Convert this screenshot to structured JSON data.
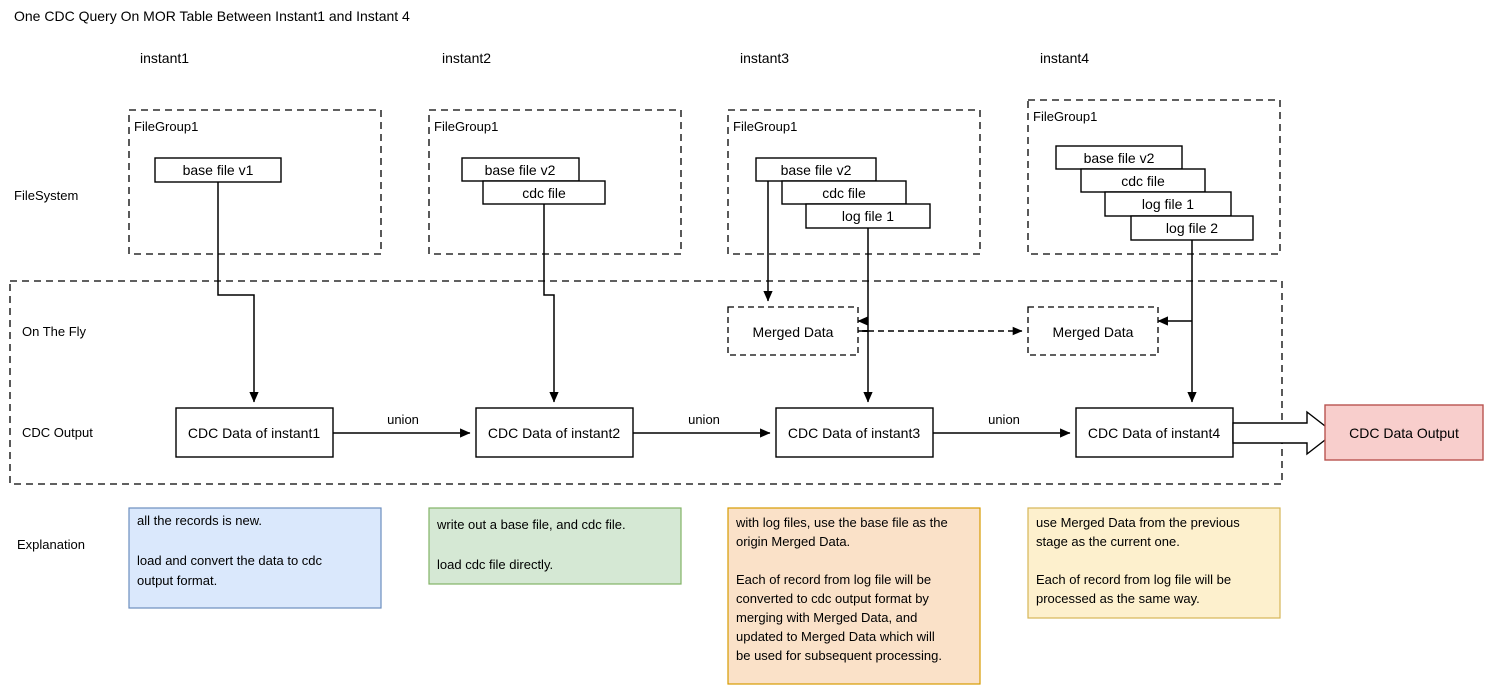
{
  "title": "One CDC Query On MOR Table Between Instant1 and Instant 4",
  "columns": [
    {
      "header": "instant1"
    },
    {
      "header": "instant2"
    },
    {
      "header": "instant3"
    },
    {
      "header": "instant4"
    }
  ],
  "row_labels": {
    "filesystem": "FileSystem",
    "on_the_fly": "On The Fly",
    "cdc_output": "CDC Output",
    "explanation": "Explanation"
  },
  "filesystem": {
    "group_label": "FileGroup1",
    "groups": [
      {
        "files": [
          "base file v1"
        ]
      },
      {
        "files": [
          "base file v2",
          "cdc file"
        ]
      },
      {
        "files": [
          "base file v2",
          "cdc file",
          "log file 1"
        ]
      },
      {
        "files": [
          "base file v2",
          "cdc file",
          "log file 1",
          "log file 2"
        ]
      }
    ]
  },
  "on_the_fly": {
    "merged_data_label": "Merged Data",
    "boxes": [
      "Merged Data",
      "Merged Data"
    ]
  },
  "cdc_output": {
    "boxes": [
      "CDC Data of instant1",
      "CDC Data of instant2",
      "CDC Data of instant3",
      "CDC Data of instant4"
    ],
    "connector_labels": [
      "union",
      "union",
      "union"
    ],
    "final_output": "CDC Data Output"
  },
  "explanations": [
    {
      "lines": [
        "all the records is new.",
        "",
        "load and convert the data to cdc",
        "output format."
      ],
      "fill": "#dae8fc",
      "stroke": "#6c8ebf"
    },
    {
      "lines": [
        "write out a base file, and cdc file.",
        "",
        "load cdc file directly."
      ],
      "fill": "#d5e8d4",
      "stroke": "#82b366"
    },
    {
      "lines": [
        "with log files, use the base file as the",
        "origin Merged Data.",
        "",
        "Each of record from log file will be",
        "converted to cdc output format by",
        "merging with Merged Data, and",
        "updated to Merged Data which will",
        "be used for subsequent processing."
      ],
      "fill": "#fae1c8",
      "stroke": "#d79b00"
    },
    {
      "lines": [
        "use Merged Data from the previous",
        "stage as the current one.",
        "",
        "Each of record from log file will be",
        "processed as the same way."
      ],
      "fill": "#fdf0cd",
      "stroke": "#d6b656"
    }
  ],
  "colors": {
    "output_fill": "#f8cecc",
    "output_stroke": "#b85450",
    "line": "#000000"
  }
}
